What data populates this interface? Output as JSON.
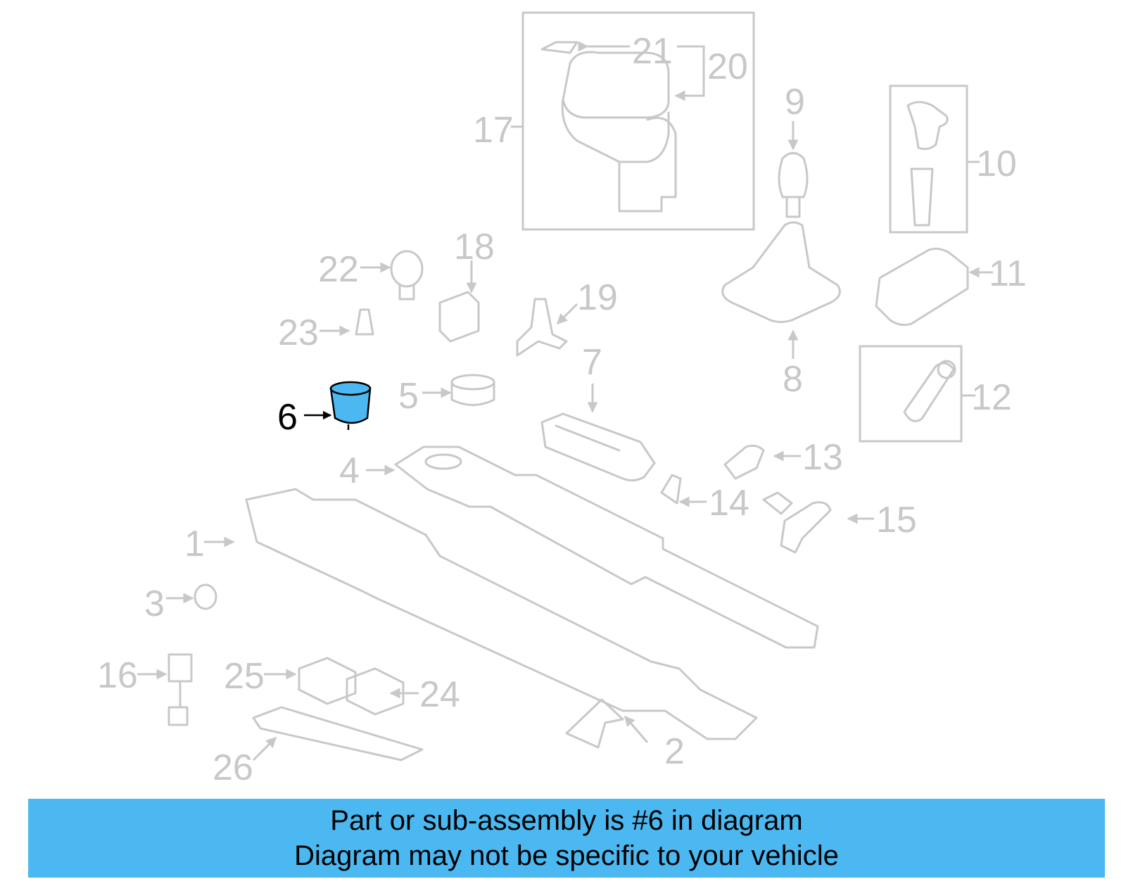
{
  "diagram": {
    "callouts": [
      {
        "id": "c1",
        "label": "1"
      },
      {
        "id": "c2",
        "label": "2"
      },
      {
        "id": "c3",
        "label": "3"
      },
      {
        "id": "c4",
        "label": "4"
      },
      {
        "id": "c5",
        "label": "5"
      },
      {
        "id": "c6",
        "label": "6",
        "highlighted": true
      },
      {
        "id": "c7",
        "label": "7"
      },
      {
        "id": "c8",
        "label": "8"
      },
      {
        "id": "c9",
        "label": "9"
      },
      {
        "id": "c10",
        "label": "10"
      },
      {
        "id": "c11",
        "label": "11"
      },
      {
        "id": "c12",
        "label": "12"
      },
      {
        "id": "c13",
        "label": "13"
      },
      {
        "id": "c14",
        "label": "14"
      },
      {
        "id": "c15",
        "label": "15"
      },
      {
        "id": "c16",
        "label": "16"
      },
      {
        "id": "c17",
        "label": "17"
      },
      {
        "id": "c18",
        "label": "18"
      },
      {
        "id": "c19",
        "label": "19"
      },
      {
        "id": "c20",
        "label": "20"
      },
      {
        "id": "c21",
        "label": "21"
      },
      {
        "id": "c22",
        "label": "22"
      },
      {
        "id": "c23",
        "label": "23"
      },
      {
        "id": "c24",
        "label": "24"
      },
      {
        "id": "c25",
        "label": "25"
      },
      {
        "id": "c26",
        "label": "26"
      }
    ],
    "colors": {
      "line": "#c8c8c8",
      "highlight_fill": "#4cb8f1",
      "highlight_label": "#000000"
    }
  },
  "banner": {
    "line1": "Part or sub-assembly is #6 in diagram",
    "line2": "Diagram may not be specific to your vehicle",
    "background": "#4cb8f1"
  }
}
